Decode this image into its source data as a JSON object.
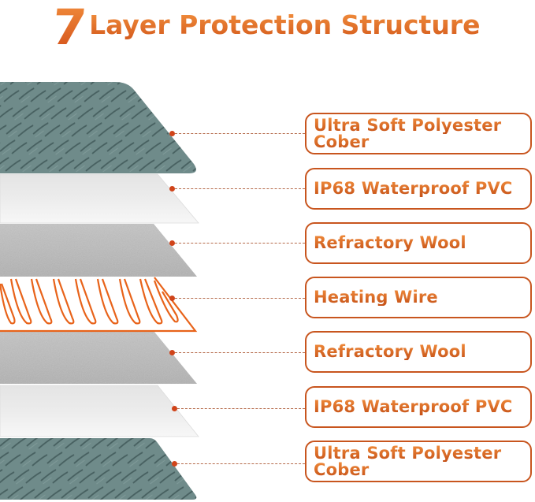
{
  "title": {
    "number": "7",
    "text": "Layer Protection Structure"
  },
  "colors": {
    "accent_orange": "#e0651e",
    "border_orange": "#c8551e",
    "fleece": "#6e8a89",
    "pvc": "#f0f0f0",
    "wool": "#b9b9b9",
    "wire": "#e8631a"
  },
  "layers": [
    {
      "label_line1": "Ultra Soft Polyester",
      "label_line2": "Cober",
      "material": "fleece"
    },
    {
      "label_line1": "IP68 Waterproof PVC",
      "label_line2": "",
      "material": "pvc"
    },
    {
      "label_line1": "Refractory Wool",
      "label_line2": "",
      "material": "wool"
    },
    {
      "label_line1": "Heating Wire",
      "label_line2": "",
      "material": "wire"
    },
    {
      "label_line1": "Refractory Wool",
      "label_line2": "",
      "material": "wool"
    },
    {
      "label_line1": "IP68 Waterproof PVC",
      "label_line2": "",
      "material": "pvc"
    },
    {
      "label_line1": "Ultra Soft Polyester",
      "label_line2": "Cober",
      "material": "fleece"
    }
  ]
}
